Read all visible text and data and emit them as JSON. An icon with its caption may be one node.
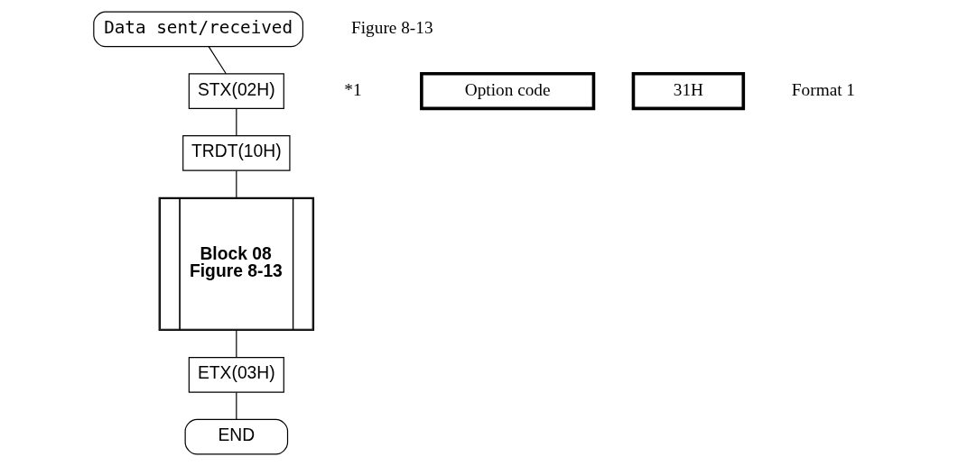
{
  "diagram": {
    "nodes": [
      {
        "text": [
          "Data sent/received"
        ]
      },
      {
        "text": [
          "STX(02H)"
        ]
      },
      {
        "text": [
          "TRDT(10H)"
        ]
      },
      {
        "text": [
          "Block 08",
          "Figure 8-13"
        ]
      },
      {
        "text": [
          "ETX(03H)"
        ]
      },
      {
        "text": [
          "END"
        ]
      },
      {
        "text": [
          "Option code"
        ]
      },
      {
        "text": [
          "31H"
        ]
      }
    ],
    "edges": [
      {
        "from": 0,
        "to": 1,
        "arrow": "none"
      },
      {
        "from": 1,
        "to": 2,
        "arrow": "none"
      },
      {
        "from": 2,
        "to": 3,
        "arrow": "none"
      },
      {
        "from": 3,
        "to": 4,
        "arrow": "none"
      },
      {
        "from": 4,
        "to": 5,
        "arrow": "none"
      }
    ],
    "labels": [
      "Figure 8-13",
      "*1",
      "Format 1"
    ]
  }
}
